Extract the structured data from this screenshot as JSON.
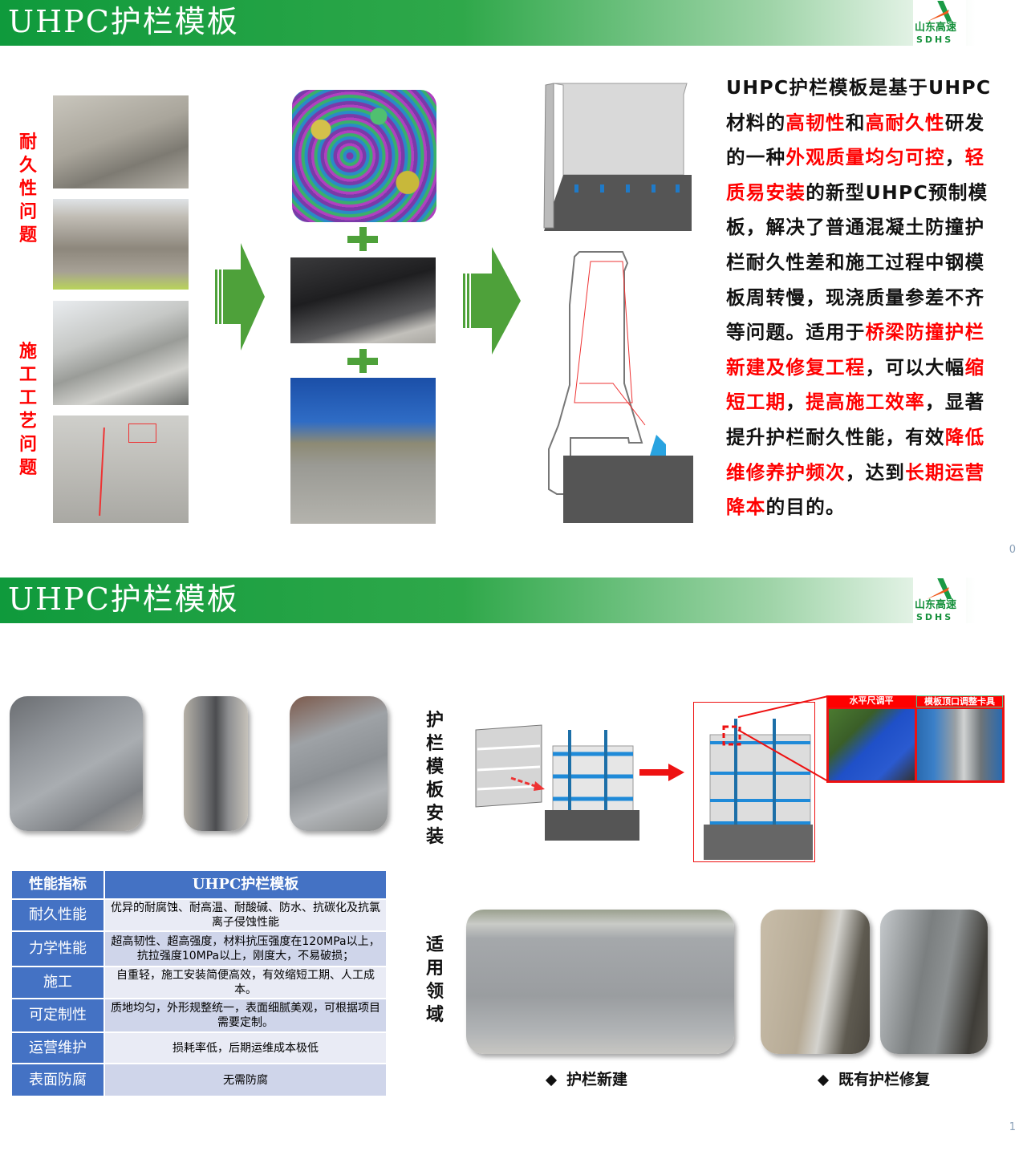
{
  "slides": [
    {
      "title": "UHPC护栏模板",
      "logo": {
        "cn": "山东高速",
        "en": "SDHS"
      },
      "page_number": "0",
      "side_labels": {
        "durability": "耐久性问题",
        "construction": "施工工艺问题"
      },
      "description_segments": [
        {
          "text": "UHPC护栏模板是基于UHPC材料的",
          "red": false
        },
        {
          "text": "高韧性",
          "red": true
        },
        {
          "text": "和",
          "red": false
        },
        {
          "text": "高耐久性",
          "red": true
        },
        {
          "text": "研发的一种",
          "red": false
        },
        {
          "text": "外观质量均匀可控",
          "red": true
        },
        {
          "text": "，",
          "red": false
        },
        {
          "text": "轻质易安装",
          "red": true
        },
        {
          "text": "的新型UHPC预制模板，解决了普通混凝土防撞护栏耐久性差和施工过程中钢模板周转慢，现浇质量参差不齐等问题。适用于",
          "red": false
        },
        {
          "text": "桥梁防撞护栏新建及修复工程",
          "red": true
        },
        {
          "text": "，可以大幅",
          "red": false
        },
        {
          "text": "缩短工期",
          "red": true
        },
        {
          "text": "，",
          "red": false
        },
        {
          "text": "提高施工效率",
          "red": true
        },
        {
          "text": "，显著提升护栏耐久性能，有效",
          "red": false
        },
        {
          "text": "降低维修养护频次",
          "red": true
        },
        {
          "text": "，达到",
          "red": false
        },
        {
          "text": "长期运营降本",
          "red": true
        },
        {
          "text": "的目的。",
          "red": false
        }
      ]
    },
    {
      "title": "UHPC护栏模板",
      "logo": {
        "cn": "山东高速",
        "en": "SDHS"
      },
      "page_number": "1",
      "table": {
        "headers": [
          "性能指标",
          "UHPC护栏模板"
        ],
        "rows": [
          [
            "耐久性能",
            "优异的耐腐蚀、耐高温、耐酸碱、防水、抗碳化及抗氯离子侵蚀性能"
          ],
          [
            "力学性能",
            "超高韧性、超高强度，材料抗压强度在120MPa以上，抗拉强度10MPa以上，刚度大，不易破损；"
          ],
          [
            "施工",
            "自重轻，施工安装简便高效，有效缩短工期、人工成本。"
          ],
          [
            "可定制性",
            "质地均匀，外形规整统一，表面细腻美观，可根据项目需要定制。"
          ],
          [
            "运营维护",
            "损耗率低，后期运维成本极低"
          ],
          [
            "表面防腐",
            "无需防腐"
          ]
        ]
      },
      "install_label": "护栏模板安装",
      "application_label": "适用领域",
      "detail_labels": [
        "水平尺调平",
        "模板顶口调整卡具"
      ],
      "captions": [
        "护栏新建",
        "既有护栏修复"
      ],
      "colors": {
        "header_green": "#0f9a3c",
        "accent_red": "#ff0000",
        "table_blue": "#4472c4",
        "arrow_green": "#4ea13a"
      }
    }
  ]
}
